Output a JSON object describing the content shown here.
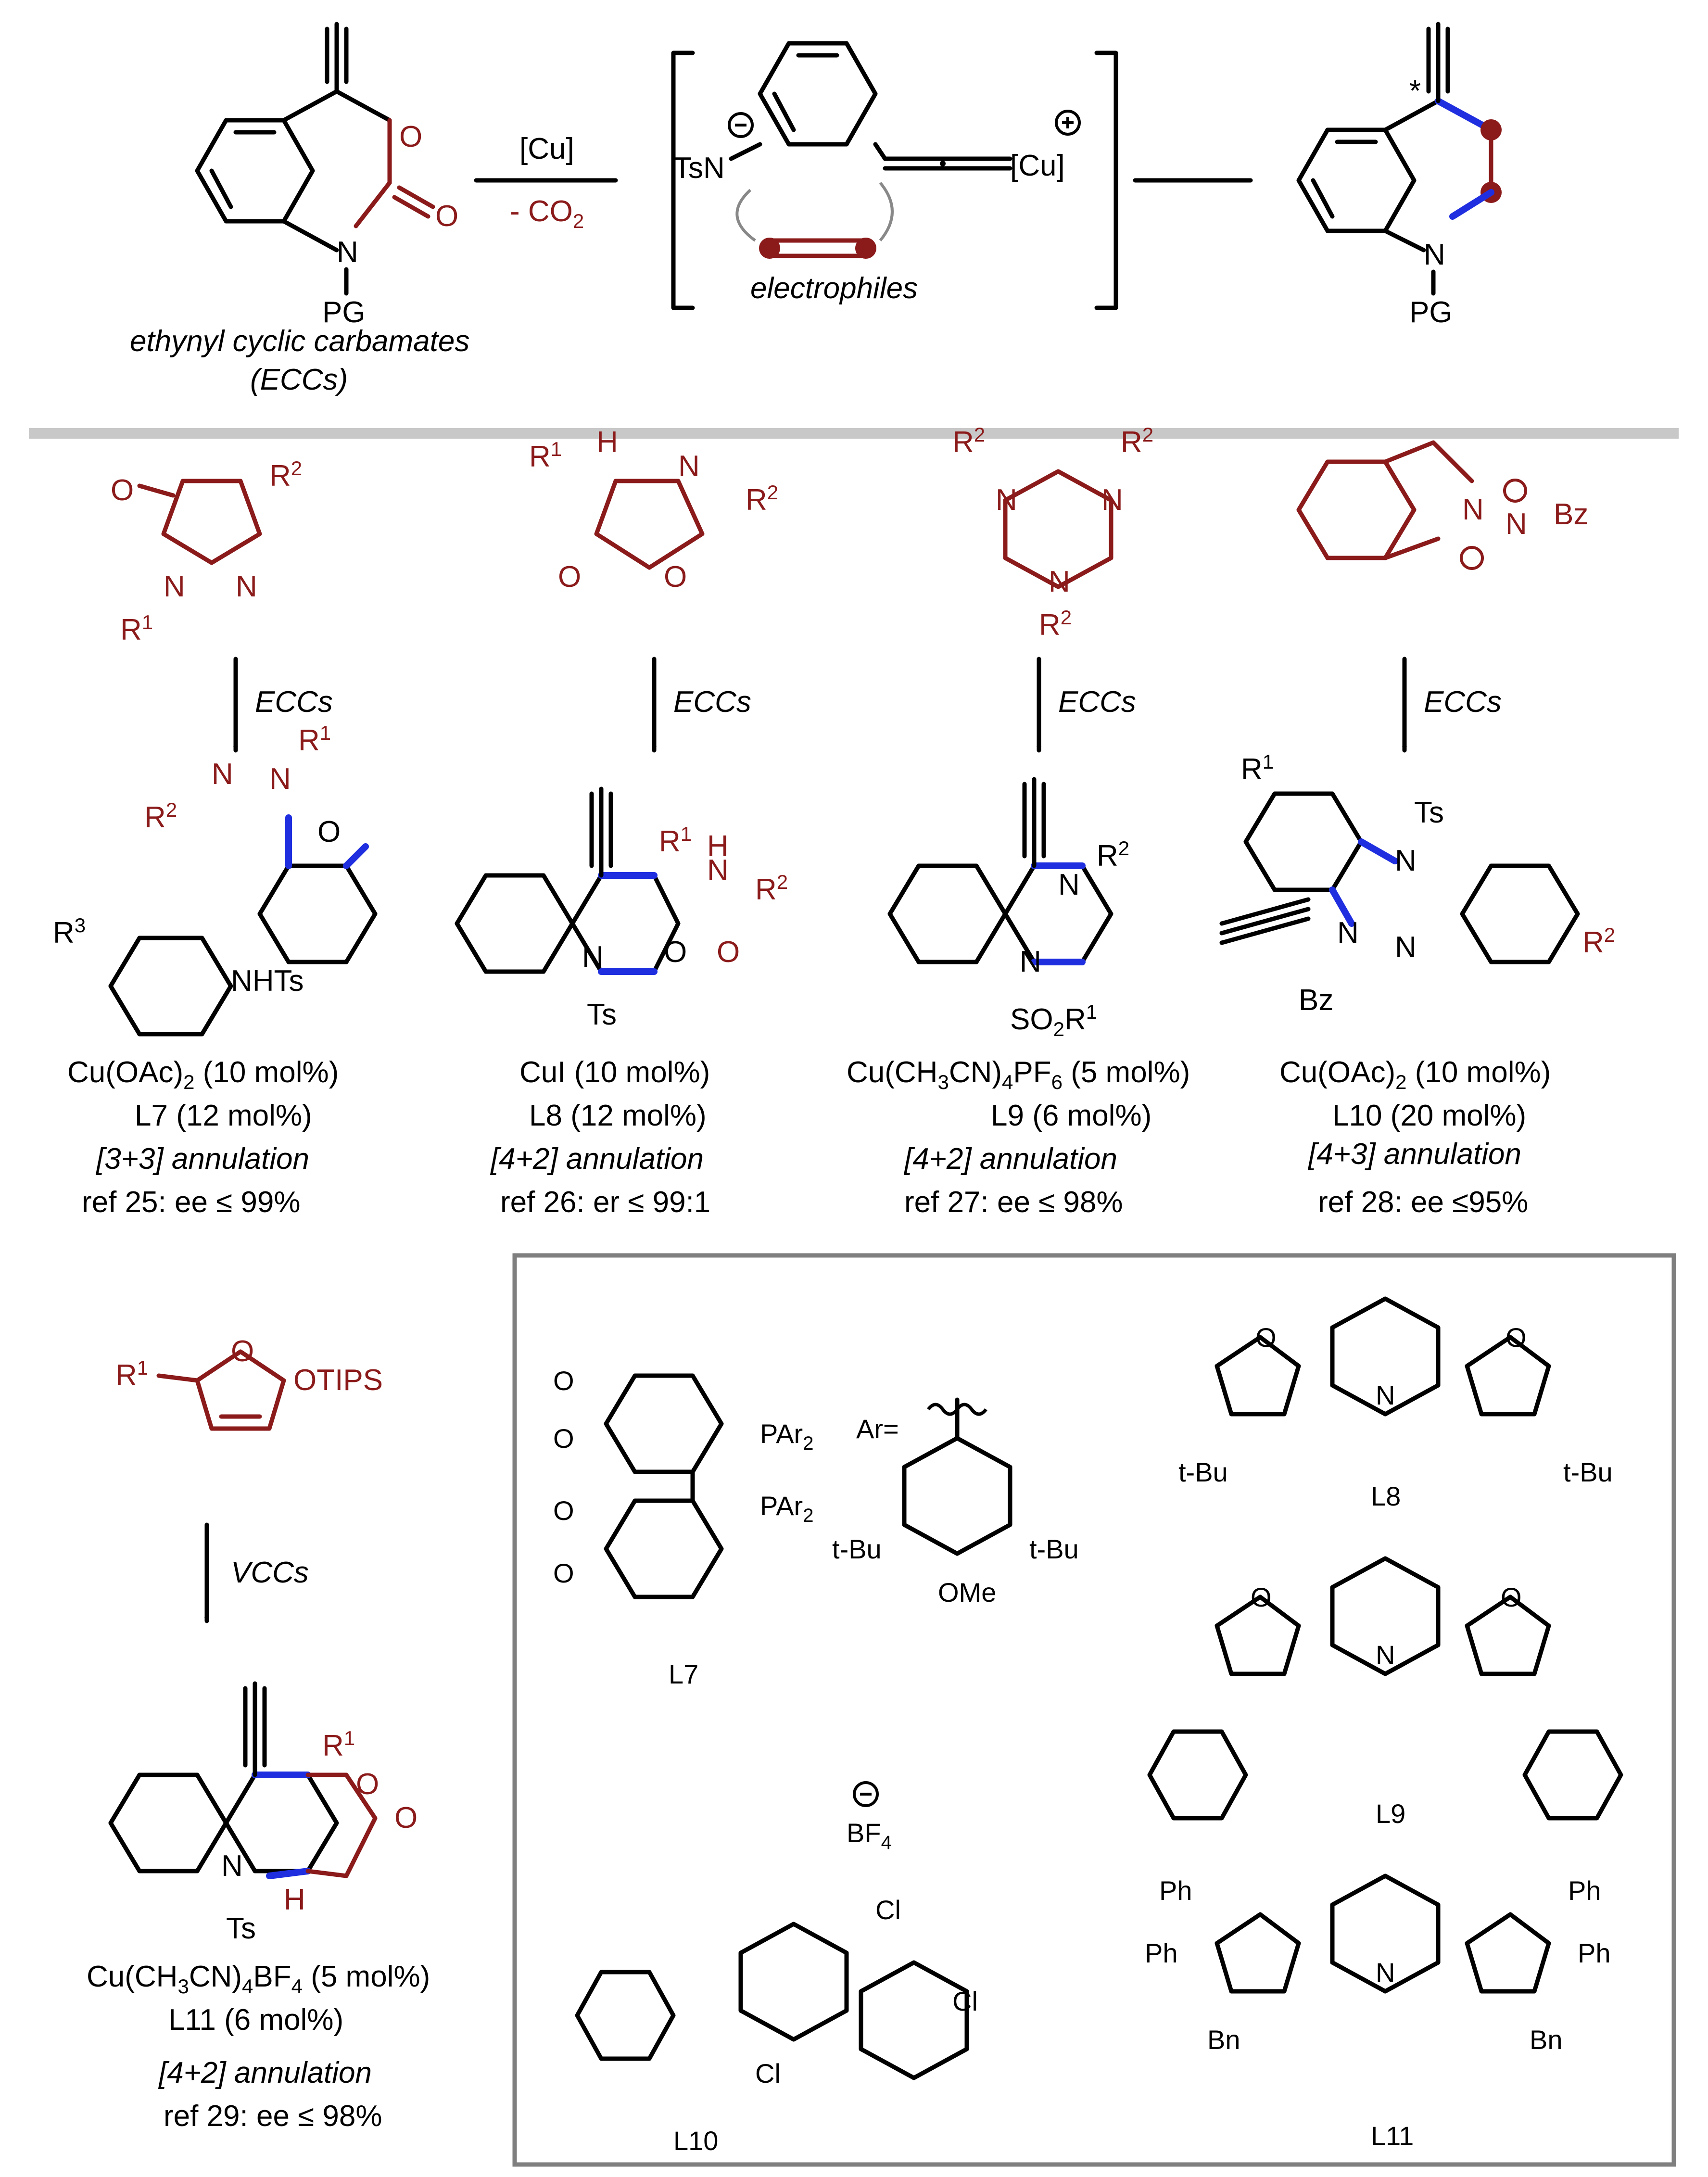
{
  "top": {
    "ecc_name_line1": "ethynyl cyclic carbamates",
    "ecc_name_line2": "(ECCs)",
    "reagent": "[Cu]",
    "byproduct": "- CO",
    "byproduct_sub": "2",
    "electrophiles_label": "electrophiles",
    "tsn_label": "TsN",
    "cu_label": "[Cu]",
    "pg_label": "PG",
    "star": "*"
  },
  "arrow_labels": {
    "eccs": "ECCs",
    "vccs": "VCCs"
  },
  "reactions": [
    {
      "catalyst": "Cu(OAc)",
      "catalyst_sub": "2",
      "catalyst_tail": " (10 mol%)",
      "ligand": "L7 (12 mol%)",
      "type": "[3+3] annulation",
      "ref": "ref 25: ee ≤ 99%"
    },
    {
      "catalyst": "CuI (10 mol%)",
      "ligand": "L8 (12 mol%)",
      "type": "[4+2] annulation",
      "ref": "ref 26: er ≤ 99:1"
    },
    {
      "catalyst": "Cu(CH",
      "catalyst_sub1": "3",
      "catalyst_mid": "CN)",
      "catalyst_sub2": "4",
      "catalyst_mid2": "PF",
      "catalyst_sub3": "6",
      "catalyst_tail": " (5 mol%)",
      "ligand": "L9 (6 mol%)",
      "type": "[4+2] annulation",
      "ref": "ref 27: ee ≤ 98%"
    },
    {
      "catalyst": "Cu(OAc)",
      "catalyst_sub": "2",
      "catalyst_tail": " (10 mol%)",
      "ligand": "L10 (20 mol%)",
      "type": "[4+3] annulation",
      "ref": "ref 28: ee ≤95%"
    },
    {
      "catalyst": "Cu(CH",
      "catalyst_sub1": "3",
      "catalyst_mid": "CN)",
      "catalyst_sub2": "4",
      "catalyst_mid2": "BF",
      "catalyst_sub3": "4",
      "catalyst_tail": " (5 mol%)",
      "ligand": "L11 (6 mol%)",
      "type": "[4+2] annulation",
      "ref": "ref 29: ee ≤ 98%"
    }
  ],
  "substrates": {
    "furan_otips": "OTIPS",
    "triazine_r": "R",
    "ts": "Ts",
    "nhts": "NHTs",
    "bz": "Bz",
    "so2r": "SO"
  },
  "ligands": {
    "l7": "L7",
    "l8": "L8",
    "l9": "L9",
    "l10": "L10",
    "l11": "L11",
    "ar_eq": "Ar=",
    "par2": "PAr",
    "tbu": "t-Bu",
    "ome": "OMe",
    "bf4": "BF",
    "ph": "Ph",
    "bn": "Bn",
    "cl": "Cl"
  }
}
